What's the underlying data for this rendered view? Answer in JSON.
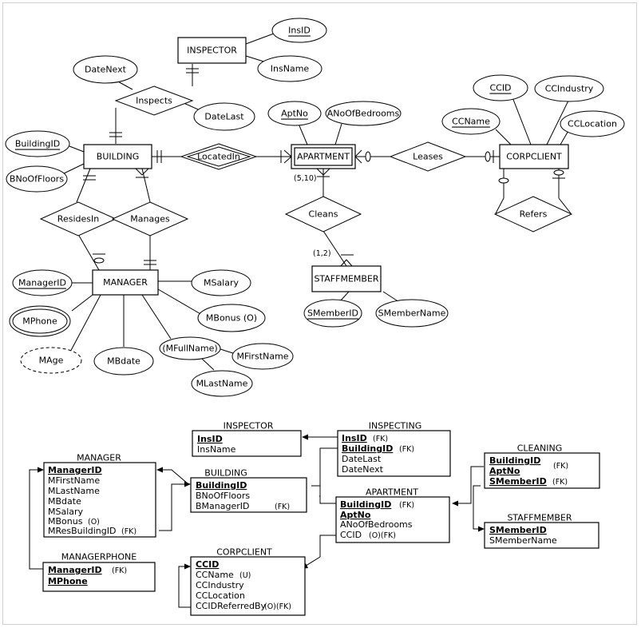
{
  "er": {
    "entities": {
      "inspector": "INSPECTOR",
      "building": "BUILDING",
      "apartment": "APARTMENT",
      "corpclient": "CORPCLIENT",
      "manager": "MANAGER",
      "staffmember": "STAFFMEMBER"
    },
    "relationships": {
      "inspects": "Inspects",
      "locatedin": "LocatedIn",
      "leases": "Leases",
      "refers": "Refers",
      "residesin": "ResidesIn",
      "manages": "Manages",
      "cleans": "Cleans"
    },
    "attributes": {
      "insid": "InsID",
      "insname": "InsName",
      "datenext": "DateNext",
      "datelast": "DateLast",
      "aptno": "AptNo",
      "anoofbedrooms": "ANoOfBedrooms",
      "ccid": "CCID",
      "ccindustry": "CCIndustry",
      "ccname": "CCName",
      "cclocation": "CCLocation",
      "buildingid": "BuildingID",
      "bnoofloors": "BNoOfFloors",
      "managerid": "ManagerID",
      "msalary": "MSalary",
      "mphone": "MPhone",
      "mbonus": "MBonus (O)",
      "mage": "MAge",
      "mbdate": "MBdate",
      "mfullname": "(MFullName)",
      "mfirstname": "MFirstName",
      "mlastname": "MLastName",
      "smemberid": "SMemberID",
      "smembername": "SMemberName"
    },
    "cardinalities": {
      "apartment_cleans": "(5,10)",
      "staff_cleans": "(1,2)"
    }
  },
  "relational": {
    "inspector": {
      "name": "INSPECTOR",
      "cols": [
        [
          "InsID",
          ""
        ],
        [
          "InsName",
          ""
        ]
      ]
    },
    "inspecting": {
      "name": "INSPECTING",
      "cols": [
        [
          "InsID",
          "(FK)"
        ],
        [
          "BuildingID",
          "(FK)"
        ],
        [
          "DateLast",
          ""
        ],
        [
          "DateNext",
          ""
        ]
      ]
    },
    "manager": {
      "name": "MANAGER",
      "cols": [
        [
          "ManagerID",
          ""
        ],
        [
          "MFirstName",
          ""
        ],
        [
          "MLastName",
          ""
        ],
        [
          "MBdate",
          ""
        ],
        [
          "MSalary",
          ""
        ],
        [
          "MBonus",
          "(O)"
        ],
        [
          "MResBuildingID",
          "(FK)"
        ]
      ]
    },
    "building": {
      "name": "BUILDING",
      "cols": [
        [
          "BuildingID",
          ""
        ],
        [
          "BNoOfFloors",
          ""
        ],
        [
          "BManagerID",
          "(FK)"
        ]
      ]
    },
    "apartment": {
      "name": "APARTMENT",
      "cols": [
        [
          "BuildingID",
          "(FK)"
        ],
        [
          "AptNo",
          ""
        ],
        [
          "ANoOfBedrooms",
          ""
        ],
        [
          "CCID",
          "(O)(FK)"
        ]
      ]
    },
    "cleaning": {
      "name": "CLEANING",
      "cols": [
        [
          "BuildingID",
          ""
        ],
        [
          "AptNo",
          ""
        ],
        [
          "SMemberID",
          "(FK)"
        ]
      ],
      "bracket_fk": "(FK)"
    },
    "staffmember": {
      "name": "STAFFMEMBER",
      "cols": [
        [
          "SMemberID",
          ""
        ],
        [
          "SMemberName",
          ""
        ]
      ]
    },
    "managerphone": {
      "name": "MANAGERPHONE",
      "cols": [
        [
          "ManagerID",
          "(FK)"
        ],
        [
          "MPhone",
          ""
        ]
      ]
    },
    "corpclient": {
      "name": "CORPCLIENT",
      "cols": [
        [
          "CCID",
          ""
        ],
        [
          "CCName",
          "(U)"
        ],
        [
          "CCIndustry",
          ""
        ],
        [
          "CCLocation",
          ""
        ],
        [
          "CCIDReferredBy",
          "(O)(FK)"
        ]
      ]
    }
  }
}
